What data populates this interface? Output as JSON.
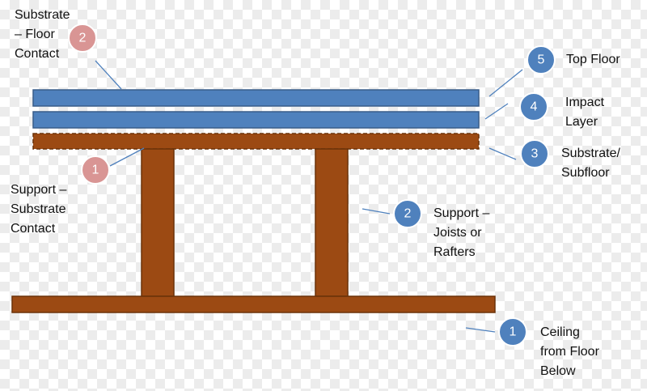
{
  "colors": {
    "blue_layer": "#4f81bd",
    "blue_layer_stroke": "#385d8a",
    "wood": "#9c4a13",
    "wood_stroke": "#6b3209",
    "badge_blue": "#4f81bd",
    "badge_pink": "#d99594",
    "badge_stroke_blue": "#ffffff",
    "badge_stroke_pink": "#ffffff",
    "leader_line": "#4f81bd"
  },
  "labels": {
    "top_floor": "Top Floor",
    "impact_layer": "Impact\nLayer",
    "substrate_subfloor": "Substrate/\nSubfloor",
    "support_joists": "Support –\nJoists or\nRafters",
    "ceiling": "Ceiling\nfrom Floor\nBelow",
    "substrate_floor_contact": "Substrate\n– Floor\nContact",
    "support_substrate_contact": "Support –\nSubstrate\nContact"
  },
  "badges": {
    "top_floor": "5",
    "impact_layer": "4",
    "substrate_subfloor": "3",
    "support_joists": "2",
    "ceiling": "1",
    "substrate_floor_contact": "2",
    "support_substrate_contact": "1"
  }
}
